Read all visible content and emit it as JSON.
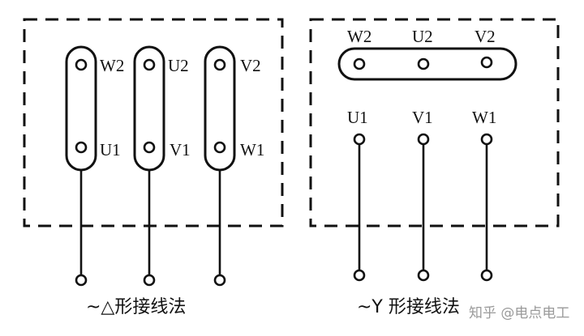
{
  "delta_panel": {
    "terminals_top": [
      "W2",
      "U2",
      "V2"
    ],
    "terminals_bottom": [
      "U1",
      "V1",
      "W1"
    ],
    "caption": "~△形接线法"
  },
  "star_panel": {
    "terminals_top": [
      "W2",
      "U2",
      "V2"
    ],
    "terminals_bottom": [
      "U1",
      "V1",
      "W1"
    ],
    "caption": "~Y 形接线法"
  },
  "watermark": "知乎 @电点电工"
}
